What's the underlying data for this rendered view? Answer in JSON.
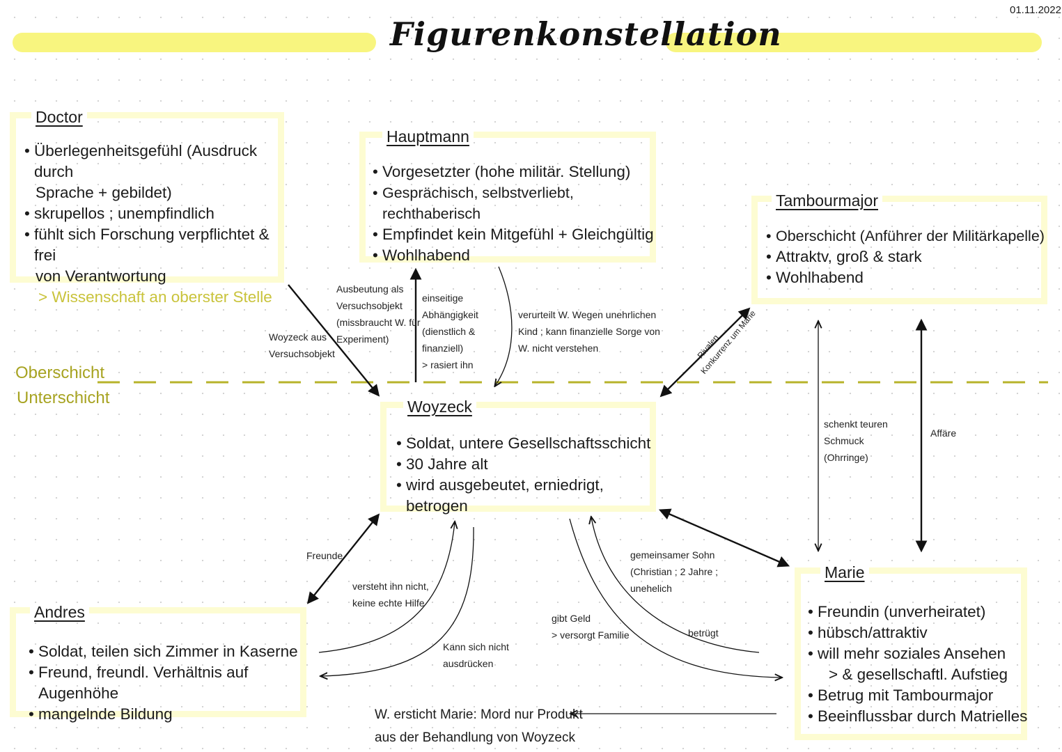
{
  "title": "Figurenkonstellation",
  "date": "01.11.2022",
  "colors": {
    "highlight": "#f8f57f",
    "box_border": "#fdfcd2",
    "accent": "#c9c33b",
    "layer_line": "#b7b32a"
  },
  "layers": {
    "upper": "Oberschicht",
    "lower": "Unterschicht"
  },
  "characters": {
    "doctor": {
      "name": "Doctor",
      "lines": [
        "Überlegenheitsgefühl (Ausdruck durch",
        "Sprache + gebildet)",
        "skrupellos ; unempfindlich",
        "fühlt sich Forschung verpflichtet & frei",
        "von Verantwortung",
        "> Wissenschaft an oberster Stelle"
      ]
    },
    "hauptmann": {
      "name": "Hauptmann",
      "lines": [
        "Vorgesetzter (hohe militär. Stellung)",
        "Gesprächisch, selbstverliebt, rechthaberisch",
        "Empfindet kein Mitgefühl + Gleichgültig",
        "Wohlhabend"
      ]
    },
    "tambourmajor": {
      "name": "Tambourmajor",
      "lines": [
        "Oberschicht (Anführer der Militärkapelle)",
        "Attraktv, groß & stark",
        "Wohlhabend"
      ]
    },
    "woyzeck": {
      "name": "Woyzeck",
      "lines": [
        "Soldat, untere Gesellschaftsschicht",
        "30 Jahre alt",
        "wird ausgebeutet, erniedrigt, betrogen"
      ]
    },
    "andres": {
      "name": "Andres",
      "lines": [
        "Soldat, teilen sich Zimmer in Kaserne",
        "Freund, freundl. Verhältnis auf Augenhöhe",
        "mangelnde Bildung"
      ]
    },
    "marie": {
      "name": "Marie",
      "lines": [
        "Freundin (unverheiratet)",
        "hübsch/attraktiv",
        "will mehr soziales Ansehen",
        "> & gesellschaftl. Aufstieg",
        "Betrug mit Tambourmajor",
        "Beeinflussbar durch Matrielles"
      ]
    }
  },
  "relations": {
    "doctor_woyzeck": [
      "Woyzeck aus",
      "Versuchsobjekt"
    ],
    "woyzeck_doctor": [
      "Ausbeutung als",
      "Versuchsobjekt",
      "(missbraucht W. für",
      "Experiment)"
    ],
    "woyzeck_hauptmann": [
      "einseitige",
      "Abhängigkeit",
      "(dienstlich &",
      "finanziell)",
      "> rasiert ihn"
    ],
    "hauptmann_woyzeck": [
      "verurteilt W. Wegen unehrlichen",
      "Kind ; kann finanzielle Sorge von",
      "W. nicht verstehen"
    ],
    "rivals": [
      "Rivalen",
      "Konkurrenz um Marie"
    ],
    "andres_woyzeck": [
      "Freunde"
    ],
    "andres_help": [
      "versteht ihn nicht,",
      "keine echte Hilfe"
    ],
    "woyzeck_express": [
      "Kann sich nicht",
      "ausdrücken"
    ],
    "woyzeck_marie_money": [
      "gibt Geld",
      "> versorgt Familie"
    ],
    "son": [
      "gemeinsamer Sohn",
      "(Christian ; 2 Jahre ;",
      "unehelich"
    ],
    "betrayal": [
      "betrügt"
    ],
    "jewelry": [
      "schenkt teuren",
      "Schmuck",
      "(Ohrringe)"
    ],
    "affair": [
      "Affäre"
    ],
    "verdict": [
      "W. ersticht Marie: Mord nur Produkt",
      "aus der Behandlung von Woyzeck"
    ]
  }
}
